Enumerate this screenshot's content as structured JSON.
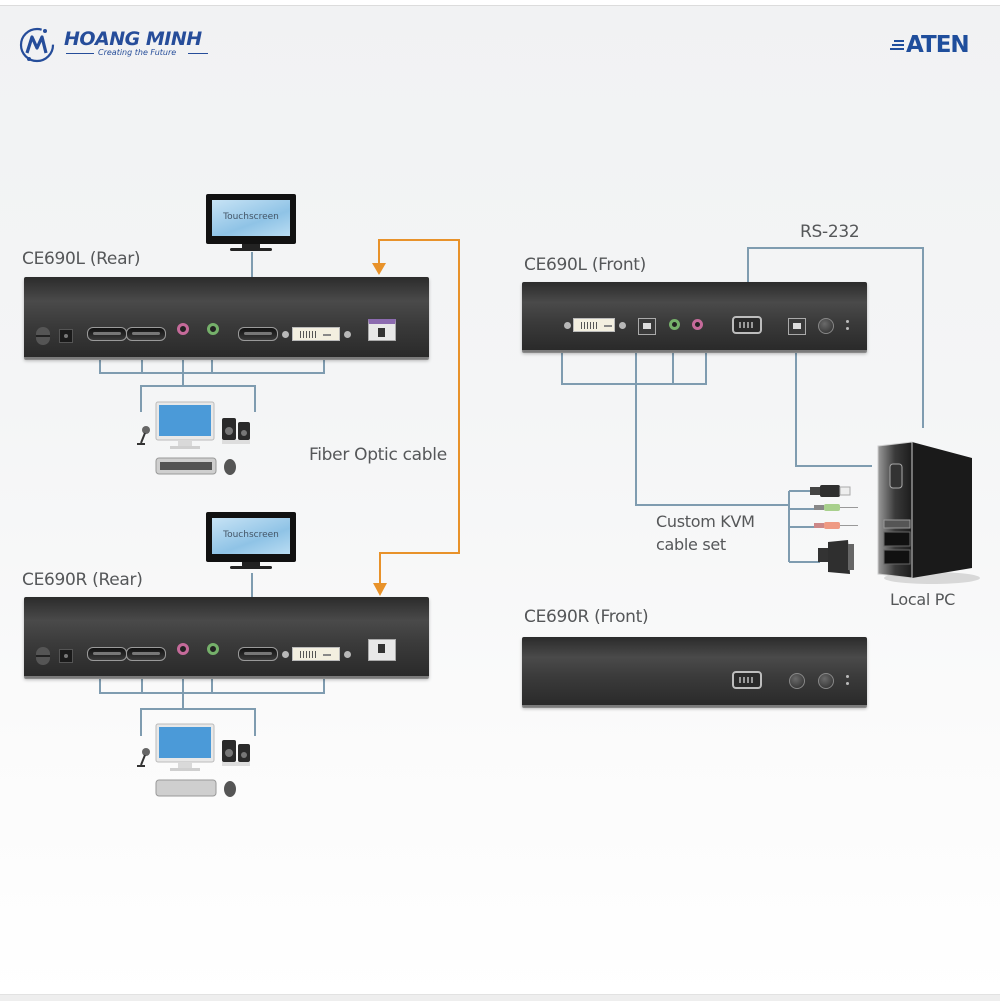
{
  "brand": {
    "company_name": "HOANG MINH",
    "company_tagline": "Creating the Future",
    "vendor_logo": "ATEN",
    "company_color": "#264d9a",
    "vendor_color": "#1f4e9c"
  },
  "colors": {
    "fiber_cable": "#e8922a",
    "signal_cable": "#7f9cb0",
    "device_body": "#3a3a3a",
    "label_text": "#555759"
  },
  "units": {
    "ce690l_rear": {
      "label": "CE690L (Rear)",
      "ports": [
        "power-switch",
        "dc-in",
        "hdmi-out-1",
        "hdmi-out-2",
        "mic-in",
        "speaker-out",
        "hdmi-touchscreen",
        "dvi",
        "fiber-port"
      ],
      "touchscreen_label": "Touchscreen",
      "console_devices": [
        "microphone",
        "monitor",
        "speakers",
        "keyboard",
        "mouse"
      ]
    },
    "ce690r_rear": {
      "label": "CE690R (Rear)",
      "ports": [
        "power-switch",
        "dc-in",
        "hdmi-out-1",
        "hdmi-out-2",
        "mic-in",
        "speaker-out",
        "hdmi-touchscreen",
        "dvi",
        "fiber-port"
      ],
      "touchscreen_label": "Touchscreen",
      "console_devices": [
        "microphone",
        "monitor",
        "speakers",
        "keyboard",
        "mouse"
      ]
    },
    "ce690l_front": {
      "label": "CE690L (Front)",
      "ports": [
        "dvi-in",
        "usb-b",
        "speaker-jack",
        "mic-jack",
        "rs232",
        "usb-b-2",
        "button",
        "leds"
      ]
    },
    "ce690r_front": {
      "label": "CE690R (Front)",
      "ports": [
        "rs232",
        "button-1",
        "button-2",
        "leds"
      ]
    }
  },
  "annotations": {
    "fiber_optic_cable": "Fiber Optic cable",
    "rs232": "RS-232",
    "custom_kvm_line1": "Custom KVM",
    "custom_kvm_line2": "cable set",
    "local_pc": "Local PC"
  }
}
